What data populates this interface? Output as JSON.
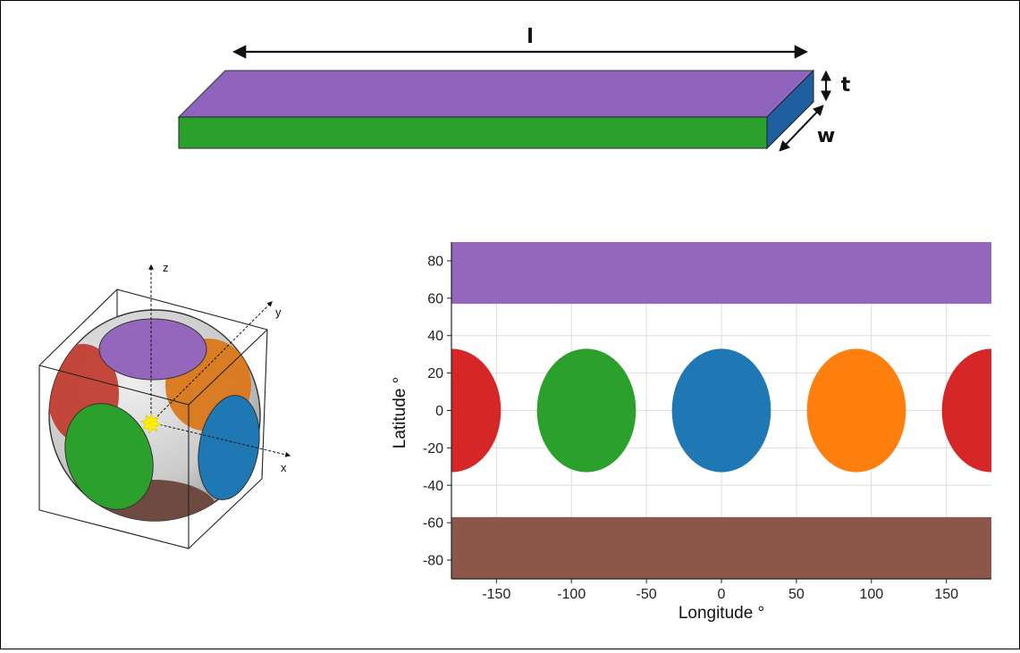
{
  "slab": {
    "length_label": "l",
    "thickness_label": "t",
    "width_label": "w",
    "colors": {
      "top": "#9064bc",
      "front": "#2ca02c",
      "side": "#1f5fa0"
    }
  },
  "sphere": {
    "axis_labels": {
      "x": "x",
      "y": "y",
      "z": "z"
    },
    "colors": {
      "purple": "#9467bd",
      "green": "#2ca02c",
      "blue": "#1f77b4",
      "orange": "#ff7f0e",
      "red": "#d62728",
      "brown": "#8c564b",
      "source": "#ffee00"
    }
  },
  "chart_data": {
    "type": "area",
    "title": "",
    "xlabel": "Longitude °",
    "ylabel": "Latitude °",
    "xlim": [
      -180,
      180
    ],
    "ylim": [
      -90,
      90
    ],
    "xticks": [
      "-150",
      "-100",
      "-50",
      "0",
      "50",
      "100",
      "150"
    ],
    "yticks": [
      "80",
      "60",
      "40",
      "20",
      "0",
      "-20",
      "-40",
      "-60",
      "-80"
    ],
    "grid": true,
    "regions": [
      {
        "name": "",
        "shape": "band",
        "lat_range": [
          57,
          90
        ],
        "color": "#9467bd"
      },
      {
        "name": "",
        "shape": "band",
        "lat_range": [
          -90,
          -57
        ],
        "color": "#8c564b"
      },
      {
        "name": "",
        "shape": "ellipse",
        "center_lon": -180,
        "center_lat": 0,
        "lon_radius": 33,
        "lat_radius": 33,
        "color": "#d62728"
      },
      {
        "name": "",
        "shape": "ellipse",
        "center_lon": -90,
        "center_lat": 0,
        "lon_radius": 33,
        "lat_radius": 33,
        "color": "#2ca02c"
      },
      {
        "name": "",
        "shape": "ellipse",
        "center_lon": 0,
        "center_lat": 0,
        "lon_radius": 33,
        "lat_radius": 33,
        "color": "#1f77b4"
      },
      {
        "name": "",
        "shape": "ellipse",
        "center_lon": 90,
        "center_lat": 0,
        "lon_radius": 33,
        "lat_radius": 33,
        "color": "#ff7f0e"
      },
      {
        "name": "",
        "shape": "ellipse",
        "center_lon": 180,
        "center_lat": 0,
        "lon_radius": 33,
        "lat_radius": 33,
        "color": "#d62728"
      }
    ]
  }
}
